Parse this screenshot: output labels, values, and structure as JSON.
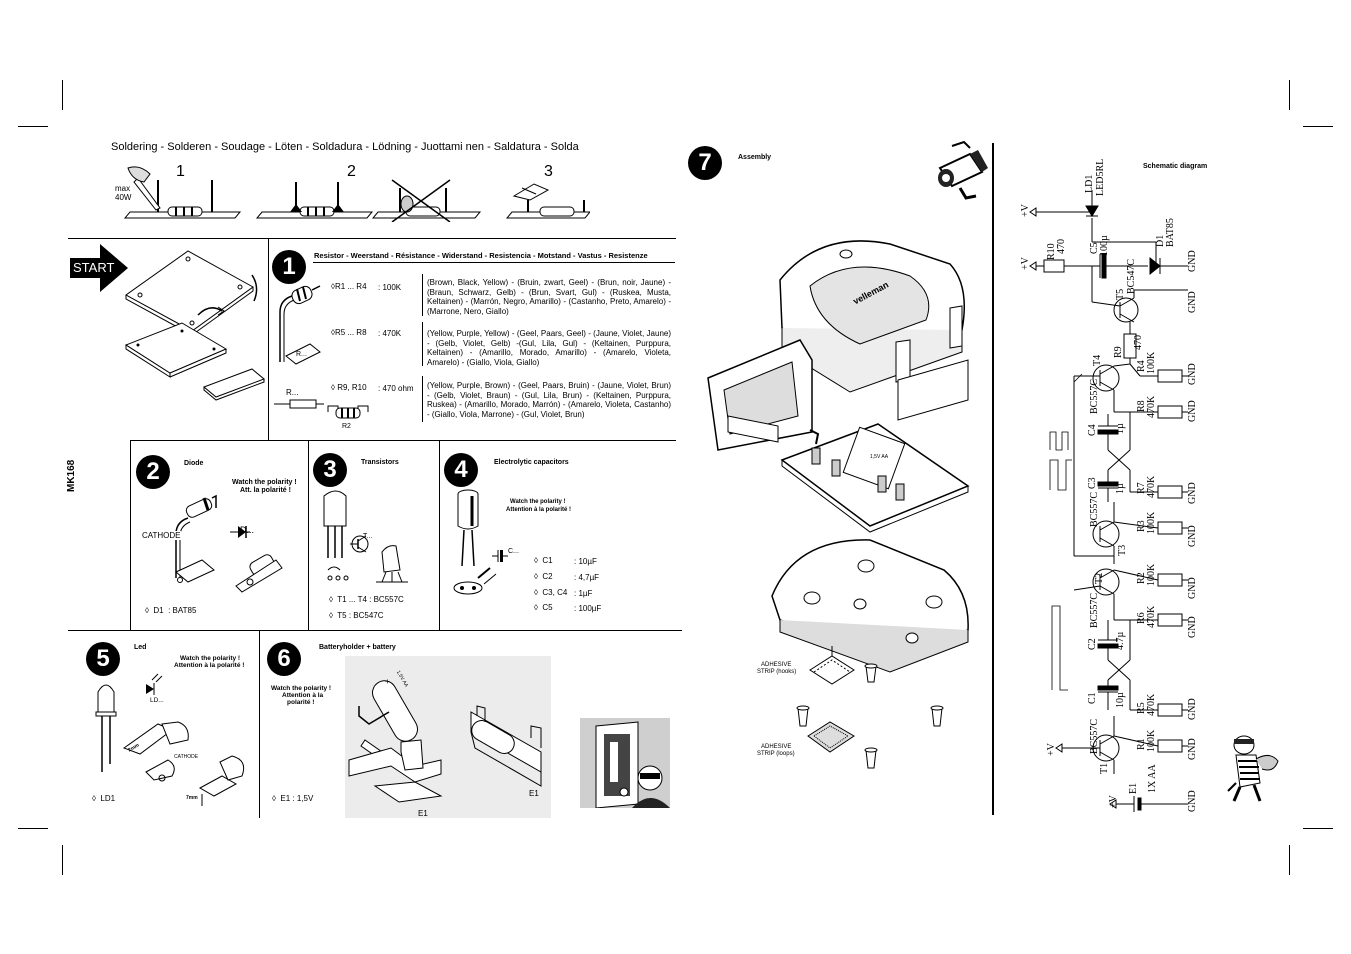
{
  "soldering": {
    "title": "Soldering - Solderen - Soudage - Löten - Soldadura - Lödning - Juottami nen - Saldatura - Solda",
    "max_label": "max",
    "watt_label": "40W",
    "steps": [
      "1",
      "2",
      "3"
    ]
  },
  "start_label": "START",
  "side_code": "MK168",
  "step1": {
    "number": "1",
    "title": "Resistor - Weerstand - Résistance - Widerstand - Resistencia - Motstand - Vastus - Resistenze",
    "r_label": "R...",
    "rows": [
      {
        "ref": "R1 ... R4",
        "value": ": 100K",
        "colors": "(Brown, Black, Yellow) - (Bruin, zwart, Geel) - (Brun, noir, Jaune) - (Braun, Schwarz, Gelb) - (Brun, Svart, Gul) - (Ruskea, Musta, Keltainen) - (Marrón, Negro, Amarillo) - (Castanho, Preto, Amarelo) - (Marrone, Nero, Giallo)"
      },
      {
        "ref": "R5 ... R8",
        "value": ": 470K",
        "colors": "(Yellow, Purple, Yellow) - (Geel, Paars, Geel) - (Jaune, Violet, Jaune) - (Gelb, Violet, Gelb) -(Gul, Lila, Gul) - (Keltainen, Purppura, Keltainen) - (Amarillo, Morado, Amarillo) - (Amarelo, Violeta, Amarelo) - (Giallo, Viola, Giallo)"
      },
      {
        "ref": "R9, R10",
        "value": ": 470 ohm",
        "colors": "(Yellow, Purple, Brown) - (Geel, Paars, Bruin) - (Jaune, Violet, Brun) - (Gelb, Violet, Braun) - (Gul, Lila, Brun) - (Keltainen, Purppura, Ruskea) - (Amarillo, Morado, Marrón) - (Amarelo, Violeta, Castanho) - (Giallo, Viola, Marrone) - (Gul, Violet, Brun)"
      }
    ]
  },
  "step2": {
    "number": "2",
    "title": "Diode",
    "watch1": "Watch the polarity !",
    "watch2": "Att. la polarité !",
    "cathode": "CATHODE",
    "d_label": "D...",
    "part": "D1",
    "part_value": ": BAT85"
  },
  "step3": {
    "number": "3",
    "title": "Transistors",
    "t_label": "T...",
    "parts": [
      {
        "ref": "T1 ... T4",
        "value": ": BC557C"
      },
      {
        "ref": "T5",
        "value": ": BC547C"
      }
    ]
  },
  "step4": {
    "number": "4",
    "title": "Electrolytic capacitors",
    "watch1": "Watch the polarity !",
    "watch2": "Attention à la polarité !",
    "c_label": "C...",
    "parts": [
      {
        "ref": "C1",
        "value": ": 10µF"
      },
      {
        "ref": "C2",
        "value": ": 4,7µF"
      },
      {
        "ref": "C3, C4",
        "value": ": 1µF"
      },
      {
        "ref": "C5",
        "value": ": 100µF"
      }
    ]
  },
  "step5": {
    "number": "5",
    "title": "Led",
    "watch1": "Watch the polarity !",
    "watch2": "Attention à la polarité !",
    "ld_label": "LD...",
    "cathode": "CATHODE",
    "mm2": "2mm",
    "mm7": "7mm",
    "part": "LD1"
  },
  "step6": {
    "number": "6",
    "title": "Batteryholder + battery",
    "watch1": "Watch the polarity !",
    "watch2": "Attention à la",
    "watch3": "polarité !",
    "battery_label": "1,5V AA",
    "e1a": "E1",
    "e1b": "E1",
    "part": "E1",
    "part_value": ": 1,5V"
  },
  "step7": {
    "number": "7",
    "title": "Assembly",
    "adhesive_hooks_1": "ADHESIVE",
    "adhesive_hooks_2": "STRIP (hooks)",
    "adhesive_loops_1": "ADHESIVE",
    "adhesive_loops_2": "STRIP (loops)",
    "brand": "velleman",
    "pcb_label": "1,5V AA"
  },
  "schematic": {
    "title": "Schematic diagram",
    "labels": {
      "vplus": "+V",
      "gnd": "GND",
      "ld1": "LD1",
      "ledrl": "LED5RL",
      "d1": "D1",
      "bat85": "BAT85",
      "r10": "R10",
      "r10v": "470",
      "c5": "C5",
      "c5v": "100µ",
      "t5": "T5",
      "bc547": "BC547C",
      "r9": "R9",
      "r9v": "470",
      "t4": "T4",
      "bc557": "BC557C",
      "r4": "R4",
      "r4v": "100K",
      "r8": "R8",
      "r8v": "470K",
      "c4": "C4",
      "c4v": "1µ",
      "c3": "C3",
      "c3v": "1µ",
      "r7": "R7",
      "r7v": "470K",
      "r3": "R3",
      "r3v": "100K",
      "t3": "T3",
      "t2": "T2",
      "r2": "R2",
      "r2v": "100K",
      "r6": "R6",
      "r6v": "470K",
      "c2": "C2",
      "c2v": "4.7µ",
      "c1": "C1",
      "c1v": "10µ",
      "r5": "R5",
      "r5v": "470K",
      "r1": "R1",
      "r1v": "100K",
      "t1": "T1",
      "e1": "E1",
      "e1v": "1X AA",
      "plus": "+"
    }
  },
  "colors": {
    "ink": "#000000",
    "paper": "#ffffff",
    "shade": "#cccccc"
  }
}
